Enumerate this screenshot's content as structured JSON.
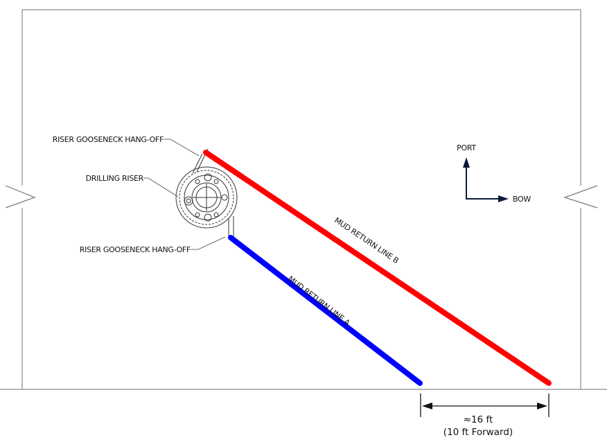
{
  "labels": {
    "gooseneck_top": "RISER GOOSENECK HANG-OFF",
    "drilling_riser": "DRILLING RISER",
    "gooseneck_bottom": "RISER GOOSENECK HANG-OFF",
    "line_b": "MUD RETURN LINE B",
    "line_a": "MUD RETURN LINE A",
    "port": "PORT",
    "bow": "BOW",
    "dimension": "≈16 ft",
    "dimension_note": "(10 ft Forward)"
  },
  "colors": {
    "line_b": "#ff0000",
    "line_a": "#0000ff",
    "frame": "#888888"
  }
}
